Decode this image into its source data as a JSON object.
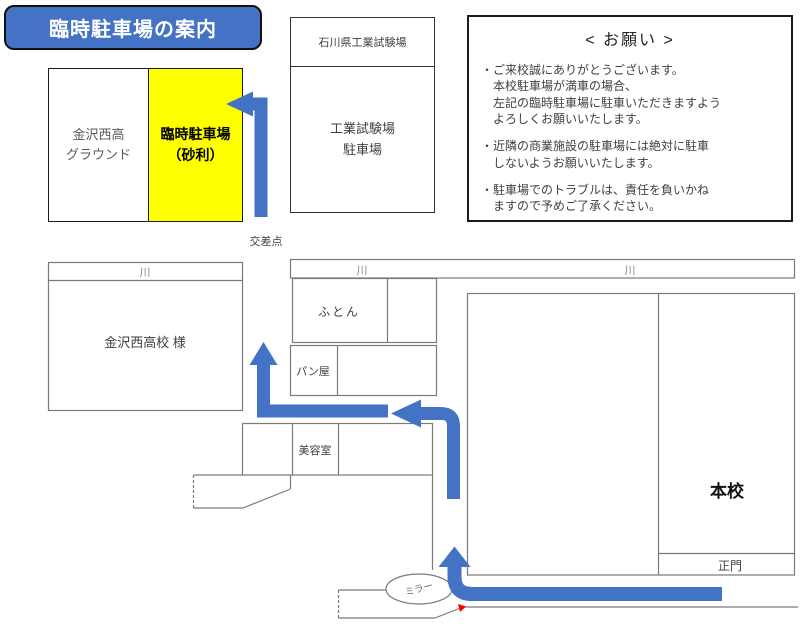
{
  "page_title": "臨時駐車場の案内",
  "top": {
    "ground": {
      "name": "金沢西高\nグラウンド",
      "temp_parking": "臨時駐車場\n（砂利）"
    },
    "test_site": {
      "header": "石川県工業試験場",
      "parking": "工業試験場\n駐車場"
    },
    "intersection": "交差点"
  },
  "notice": {
    "title": "< お願い >",
    "items": [
      "・ご来校誠にありがとうございます。\n本校駐車場が満車の場合、\n左記の臨時駐車場に駐車いただきますよう\nよろしくお願いいたします。",
      "・近隣の商業施設の駐車場には絶対に駐車\nしないようお願いいたします。",
      "・駐車場でのトラブルは、責任を負いかね\nますので予めご了承ください。"
    ]
  },
  "map": {
    "river": "川",
    "school": "金沢西高校 様",
    "futon": "ふとん",
    "bakery": "パン屋",
    "salon": "美容室",
    "main_building": "本校",
    "main_gate": "正門",
    "mirror": "ミラー"
  },
  "colors": {
    "arrow_blue": "#4472C4",
    "parking_yellow": "#FFFF00",
    "mark_red": "#FF0000"
  }
}
